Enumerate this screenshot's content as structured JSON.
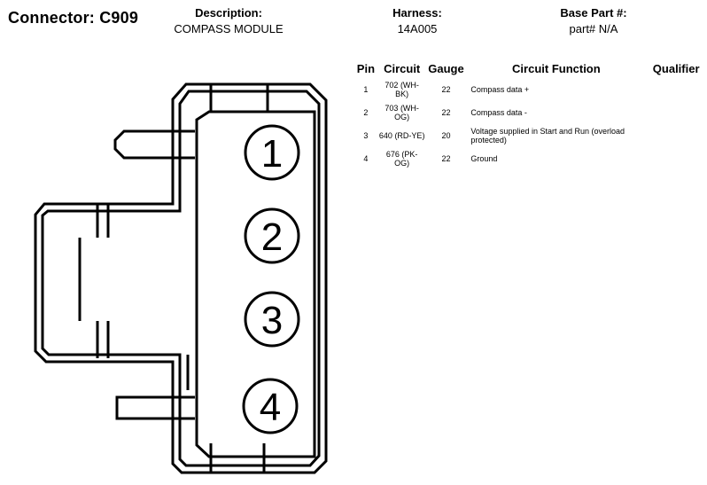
{
  "header": {
    "connector_label": "Connector: C909",
    "description_label": "Description:",
    "description_value": "COMPASS MODULE",
    "harness_label": "Harness:",
    "harness_value": "14A005",
    "base_part_label": "Base Part #:",
    "base_part_value": "part# N/A"
  },
  "table": {
    "columns": [
      "Pin",
      "Circuit",
      "Gauge",
      "Circuit Function",
      "Qualifier"
    ],
    "rows": [
      {
        "pin": "1",
        "circuit": "702 (WH-BK)",
        "gauge": "22",
        "function": "Compass data +",
        "qualifier": ""
      },
      {
        "pin": "2",
        "circuit": "703 (WH-OG)",
        "gauge": "22",
        "function": "Compass data -",
        "qualifier": ""
      },
      {
        "pin": "3",
        "circuit": "640 (RD-YE)",
        "gauge": "20",
        "function": "Voltage supplied in Start and Run (overload protected)",
        "qualifier": ""
      },
      {
        "pin": "4",
        "circuit": "676 (PK-OG)",
        "gauge": "22",
        "function": "Ground",
        "qualifier": ""
      }
    ]
  },
  "diagram": {
    "pin_labels": [
      "1",
      "2",
      "3",
      "4"
    ]
  }
}
